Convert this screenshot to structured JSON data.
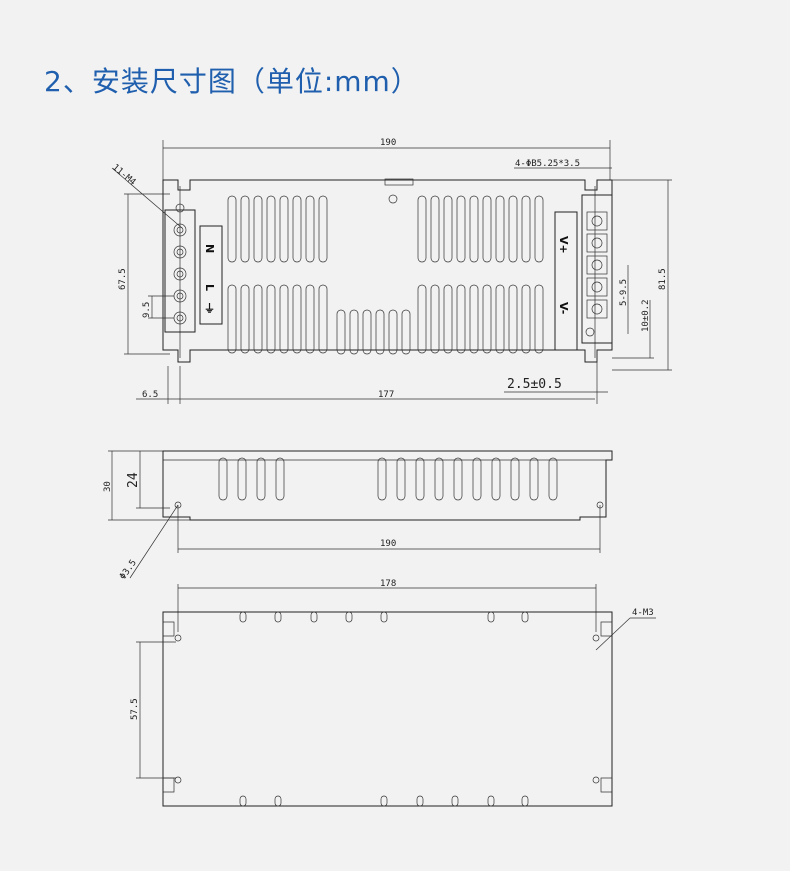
{
  "title": "2、安装尺寸图（单位:mm）",
  "top_view": {
    "width": "190",
    "mount_holes": "4-ΦB5.25*3.5",
    "screw": "11-M4",
    "height_left": "67.5",
    "pitch": "9.5",
    "height_right": "81.5",
    "dim_5_9_5": "5-9.5",
    "dim_10": "10±0.2",
    "dim_2_5": "2.5±0.5",
    "offset": "6.5",
    "inner": "177",
    "terminals_ac": [
      "N",
      "L",
      "⏚"
    ],
    "terminals_dc": [
      "V+",
      "V-"
    ]
  },
  "side_view": {
    "height": "30",
    "inner_height": "24",
    "hole": "Φ3.5",
    "length": "190"
  },
  "bottom_view": {
    "length": "178",
    "holes": "4-M3",
    "spacing": "57.5"
  }
}
